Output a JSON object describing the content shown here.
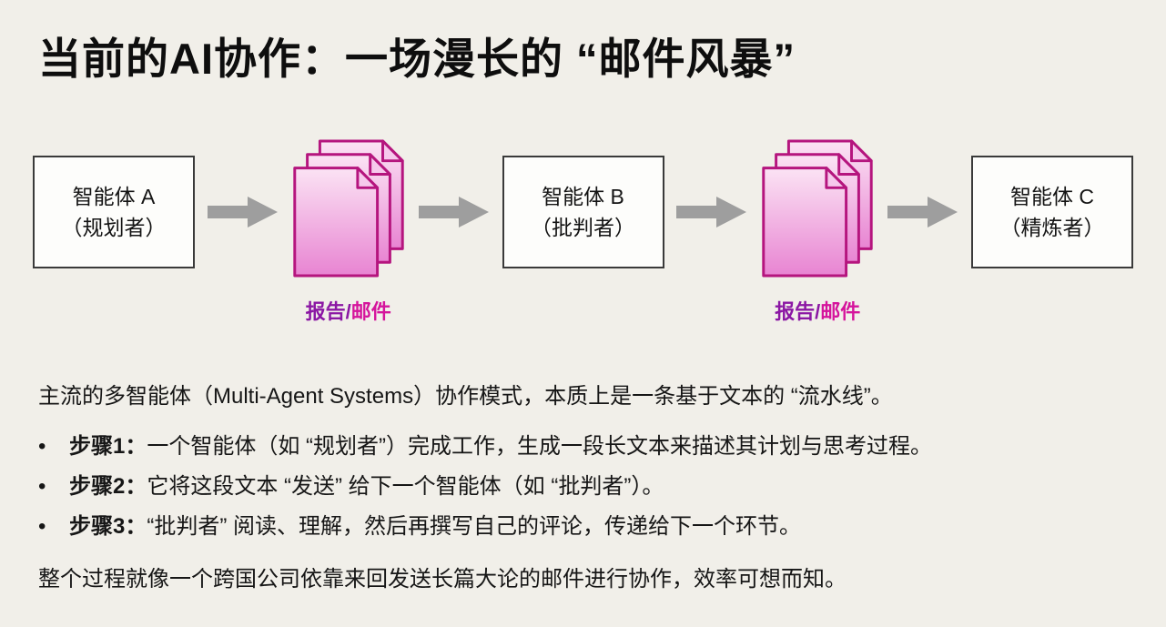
{
  "title": "当前的AI协作：一场漫长的 “邮件风暴”",
  "diagram": {
    "agents": [
      {
        "line1": "智能体 A",
        "line2": "（规划者）"
      },
      {
        "line1": "智能体 B",
        "line2": "（批判者）"
      },
      {
        "line1": "智能体 C",
        "line2": "（精炼者）"
      }
    ],
    "doc_labels": [
      {
        "part1": "报告/",
        "part2": "邮件"
      },
      {
        "part1": "报告/",
        "part2": "邮件"
      }
    ],
    "colors": {
      "doc_fill_light": "#fbe3f4",
      "doc_fill_dark": "#e884d2",
      "doc_stroke": "#b5157e",
      "label_part1": "#8b17a4",
      "label_part2": "#d5149c",
      "arrow": "#9e9e9e",
      "box_border": "#3a3a3a",
      "background": "#f1efe9"
    }
  },
  "body": {
    "bullet_char": "•",
    "intro": "主流的多智能体（Multi-Agent Systems）协作模式，本质上是一条基于文本的 “流水线”。",
    "bullets": [
      {
        "label": "步骤1：",
        "text": "一个智能体（如 “规划者”）完成工作，生成一段长文本来描述其计划与思考过程。"
      },
      {
        "label": "步骤2：",
        "text": "它将这段文本 “发送” 给下一个智能体（如 “批判者”）。"
      },
      {
        "label": "步骤3：",
        "text": "“批判者” 阅读、理解，然后再撰写自己的评论，传递给下一个环节。"
      }
    ],
    "conclusion": "整个过程就像一个跨国公司依靠来回发送长篇大论的邮件进行协作，效率可想而知。"
  }
}
